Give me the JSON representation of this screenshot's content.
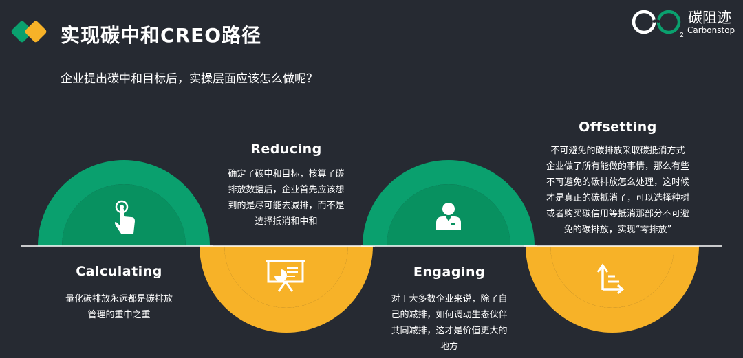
{
  "header": {
    "title": "实现碳中和CREO路径",
    "subtitle": "企业提出碳中和目标后，实操层面应该怎么做呢？"
  },
  "brand": {
    "name_cn": "碳阻迹",
    "name_en": "Carbonstop",
    "mark_sub": "2"
  },
  "colors": {
    "background": "#262a32",
    "green": "#0aa06e",
    "green_dark": "#089160",
    "yellow": "#f7b228"
  },
  "stages": [
    {
      "id": "calculating",
      "title": "Calculating",
      "text": [
        "量化碳排放永远都是碳排放",
        "管理的重中之重"
      ],
      "icon": "tap-hand-icon",
      "color": "green"
    },
    {
      "id": "reducing",
      "title": "Reducing",
      "text": [
        "确定了碳中和目标，核算了碳",
        "排放数据后，企业首先应该想",
        "到的是尽可能去减排，而不是",
        "选择抵消和中和"
      ],
      "icon": "presentation-board-icon",
      "color": "yellow"
    },
    {
      "id": "engaging",
      "title": "Engaging",
      "text": [
        "对于大多数企业来说，除了自",
        "己的减排，如何调动生态伙伴",
        "共同减排，这才是价值更大的",
        "地方"
      ],
      "icon": "person-icon",
      "color": "green"
    },
    {
      "id": "offsetting",
      "title": "Offsetting",
      "text": [
        "不可避免的碳排放采取碳抵消方式",
        "企业做了所有能做的事情，那么有些",
        "不可避免的碳排放怎么处理，这时候",
        "才是真正的碳抵消了，可以选择种树",
        "或者购买碳信用等抵消那部分不可避",
        "免的碳排放，实现“零排放”"
      ],
      "icon": "sort-arrows-icon",
      "color": "yellow"
    }
  ]
}
